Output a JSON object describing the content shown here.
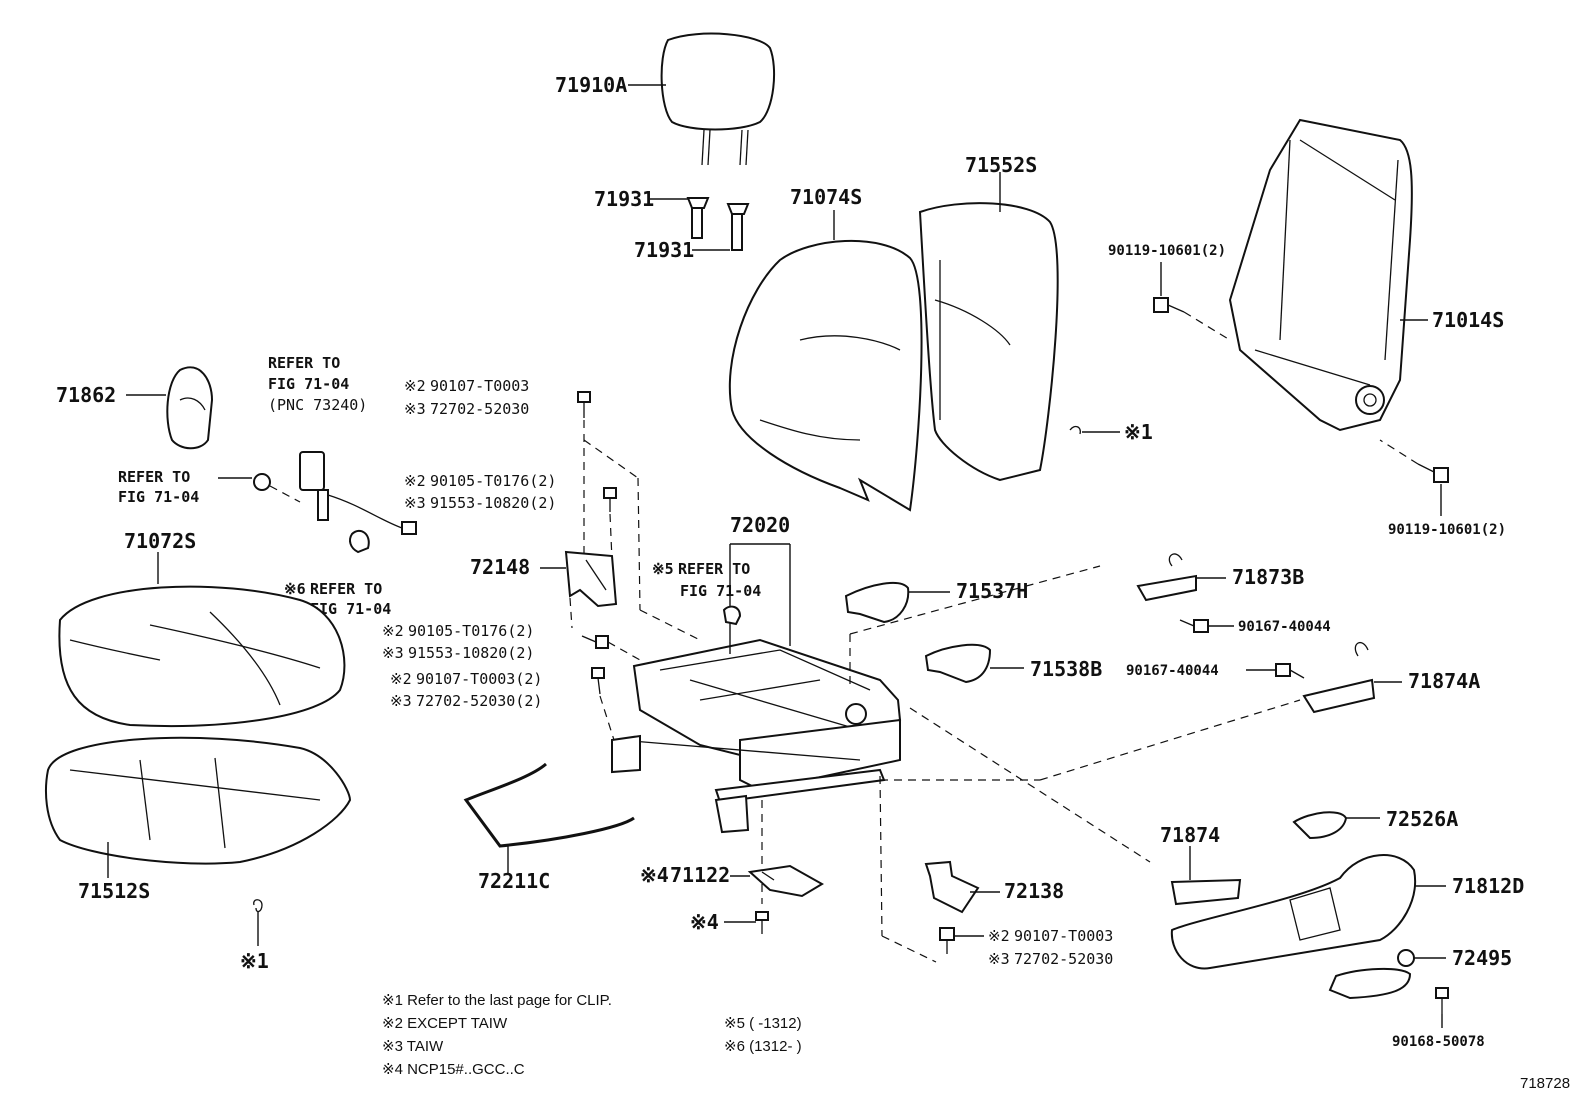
{
  "labels": {
    "p71910A": "71910A",
    "p71931a": "71931",
    "p71931b": "71931",
    "p71074S": "71074S",
    "p71552S": "71552S",
    "p90119a": "90119-10601(2)",
    "p71014S": "71014S",
    "p90119b": "90119-10601(2)",
    "p71862": "71862",
    "refer1_l1": "REFER TO",
    "refer1_l2": "FIG 71-04",
    "refer1_l3": "(PNC 73240)",
    "refer2_l1": "REFER TO",
    "refer2_l2": "FIG 71-04",
    "p71072S": "71072S",
    "refer3_mark": "※6",
    "refer3_l1": "REFER TO",
    "refer3_l2": "FIG 71-04",
    "p71512S": "71512S",
    "note1_mark": "※1",
    "n2_a_mark": "※2",
    "n2_a": "90107-T0003",
    "n3_a_mark": "※3",
    "n3_a": "72702-52030",
    "n2_b_mark": "※2",
    "n2_b": "90105-T0176(2)",
    "n3_b_mark": "※3",
    "n3_b": "91553-10820(2)",
    "p72148": "72148",
    "n2_c_mark": "※2",
    "n2_c": "90105-T0176(2)",
    "n3_c_mark": "※3",
    "n3_c": "91553-10820(2)",
    "n2_d_mark": "※2",
    "n2_d": "90107-T0003(2)",
    "n3_d_mark": "※3",
    "n3_d": "72702-52030(2)",
    "p72211C": "72211C",
    "p72020": "72020",
    "refer4_mark": "※5",
    "refer4_l1": "REFER TO",
    "refer4_l2": "FIG 71-04",
    "p71537H": "71537H",
    "p71538B": "71538B",
    "clip_mark": "※1",
    "p71873B": "71873B",
    "p90167a": "90167-40044",
    "p90167b": "90167-40044",
    "p71874A": "71874A",
    "p71122_mark": "※4",
    "p71122": "71122",
    "p4_mark": "※4",
    "p72138": "72138",
    "n2_e_mark": "※2",
    "n2_e": "90107-T0003",
    "n3_e_mark": "※3",
    "n3_e": "72702-52030",
    "p71874": "71874",
    "p72526A": "72526A",
    "p71812D": "71812D",
    "p72495": "72495",
    "p90168": "90168-50078"
  },
  "notes": {
    "n1": "※1 Refer to the last page for CLIP.",
    "n2": "※2 EXCEPT TAIW",
    "n3": "※3 TAIW",
    "n4": "※4 NCP15#..GCC..C",
    "n5": "※5 (      -1312)",
    "n6": "※6 (1312-      )"
  },
  "figure_number": "718728"
}
